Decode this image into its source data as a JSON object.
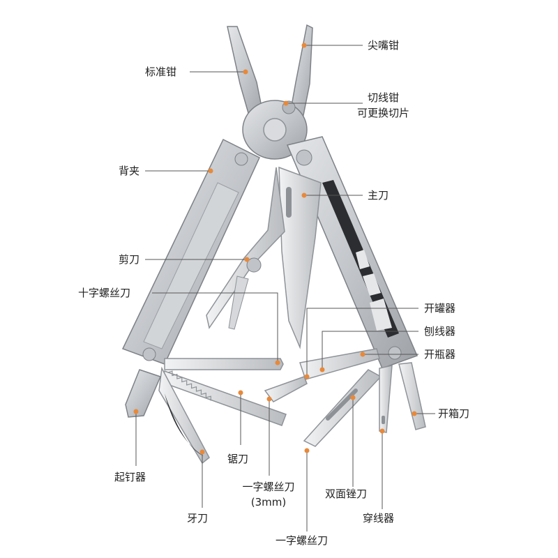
{
  "colors": {
    "background": "#ffffff",
    "steel": "#c9ccd0",
    "steel_dark": "#8e9297",
    "leader_line": "#555555",
    "marker_dot": "#e8893a",
    "text": "#222222"
  },
  "labels": {
    "needle_nose_pliers": "尖嘴钳",
    "standard_pliers": "标准钳",
    "wire_cutter": "切线钳",
    "replaceable_cutter": "可更换切片",
    "back_clip": "背夹",
    "main_blade": "主刀",
    "scissors": "剪刀",
    "phillips_screwdriver": "十字螺丝刀",
    "can_opener": "开罐器",
    "wire_stripper": "刨线器",
    "bottle_opener": "开瓶器",
    "box_cutter": "开箱刀",
    "saw": "锯刀",
    "nail_puller": "起钉器",
    "flat_screwdriver_3mm": "一字螺丝刀",
    "flat_screwdriver_3mm_size": "(3mm)",
    "double_file": "双面锉刀",
    "threader": "穿线器",
    "serrated_blade": "牙刀",
    "flat_screwdriver": "一字螺丝刀"
  }
}
